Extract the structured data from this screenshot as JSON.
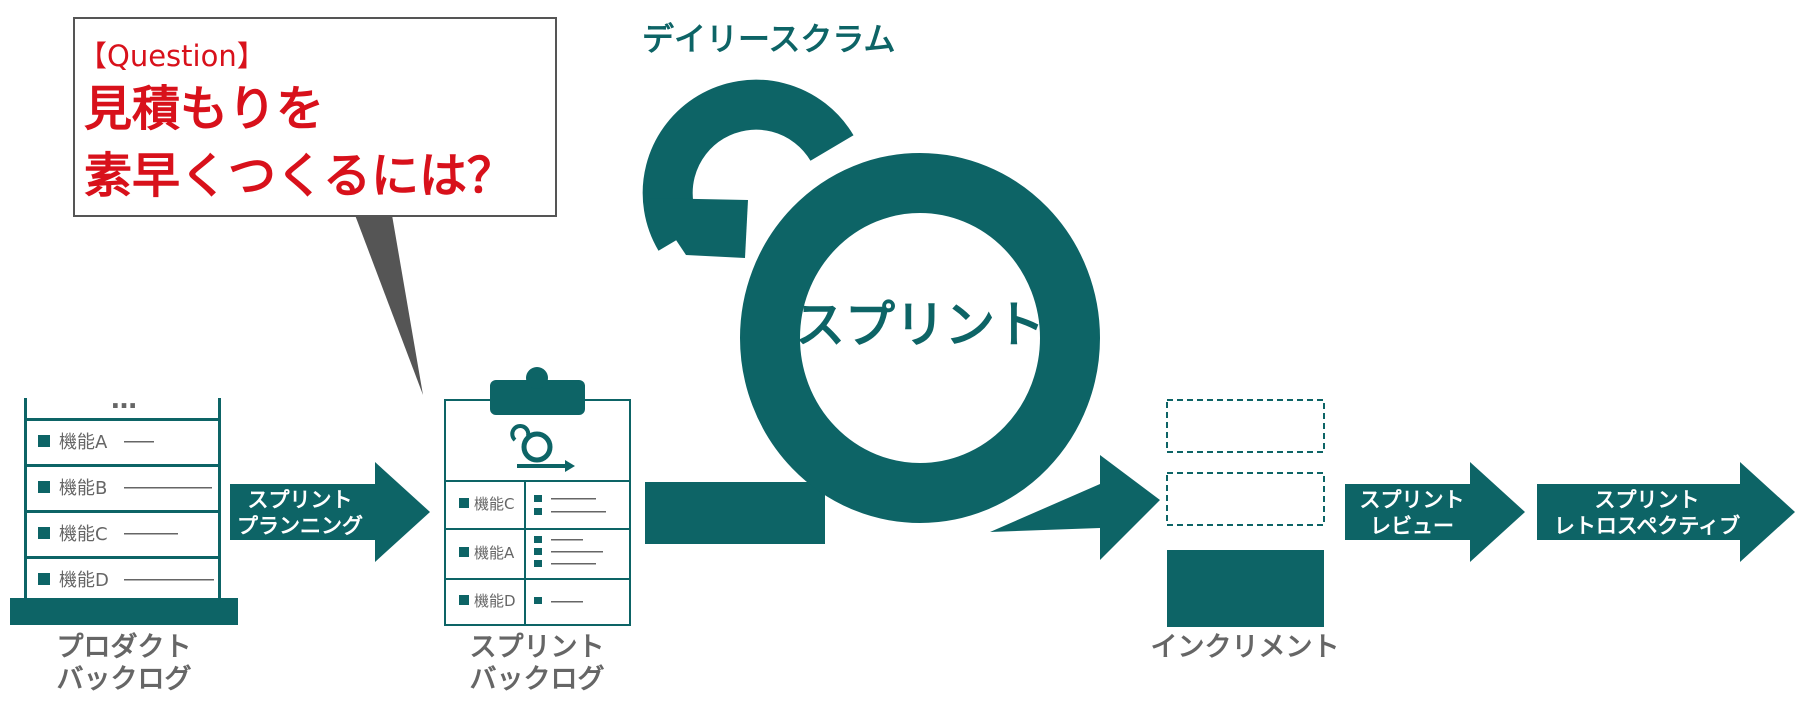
{
  "colors": {
    "teal": "#0d6466",
    "red": "#d8111b",
    "gray": "#666666",
    "callout_tail": "#555555"
  },
  "callout": {
    "tag": "【Question】",
    "line1": "見積もりを",
    "line2": "素早くつくるには？"
  },
  "daily_scrum": {
    "label": "デイリースクラム"
  },
  "sprint": {
    "label": "スプリント"
  },
  "product_backlog": {
    "ellipsis": "…",
    "items": [
      "機能A",
      "機能B",
      "機能C",
      "機能D"
    ],
    "label_line1": "プロダクト",
    "label_line2": "バックログ"
  },
  "sprint_planning": {
    "line1": "スプリント",
    "line2": "プランニング"
  },
  "sprint_backlog": {
    "items": [
      "機能C",
      "機能A",
      "機能D"
    ],
    "label_line1": "スプリント",
    "label_line2": "バックログ"
  },
  "increment": {
    "label": "インクリメント"
  },
  "sprint_review": {
    "line1": "スプリント",
    "line2": "レビュー"
  },
  "sprint_retrospective": {
    "line1": "スプリント",
    "line2": "レトロスペクティブ"
  }
}
